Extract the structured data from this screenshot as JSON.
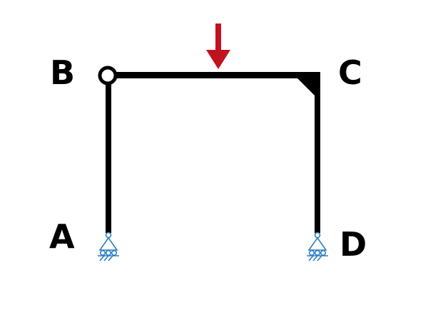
{
  "diagram": {
    "type": "portal frame",
    "nodes": [
      {
        "id": "A",
        "label": "A",
        "type": "roller support"
      },
      {
        "id": "B",
        "label": "B",
        "type": "internal hinge"
      },
      {
        "id": "C",
        "label": "C",
        "type": "rigid joint"
      },
      {
        "id": "D",
        "label": "D",
        "type": "roller support"
      }
    ],
    "members": [
      {
        "from": "A",
        "to": "B",
        "kind": "column"
      },
      {
        "from": "B",
        "to": "C",
        "kind": "beam"
      },
      {
        "from": "C",
        "to": "D",
        "kind": "column"
      }
    ],
    "loads": [
      {
        "kind": "point load",
        "on": "beam BC",
        "direction": "down",
        "color": "#c1121f"
      }
    ],
    "colors": {
      "member": "#000000",
      "load": "#c1121f",
      "support": "#2b7fc2"
    }
  }
}
